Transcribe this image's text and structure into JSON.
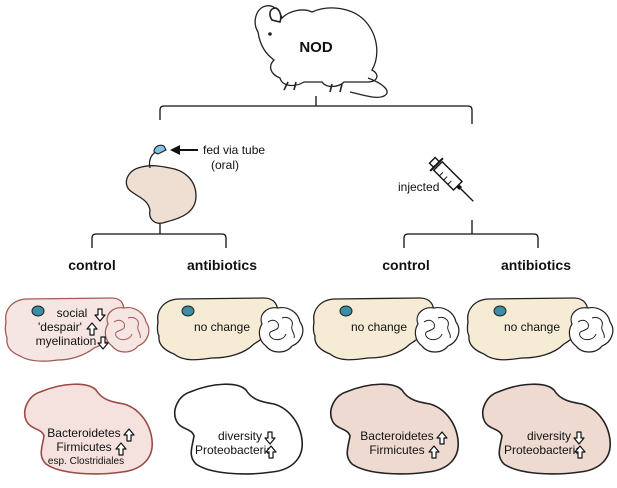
{
  "title": "NOD",
  "routes": {
    "oral": {
      "label_line1": "fed via tube",
      "label_line2": "(oral)"
    },
    "injected": {
      "label": "injected"
    }
  },
  "groups": [
    {
      "id": "oral-control",
      "label": "control",
      "brain": [
        "social",
        "'despair'",
        "myelination"
      ],
      "brain_arrows": [
        "down",
        "up",
        "down"
      ],
      "gut": [
        "Bacteroidetes",
        "Firmicutes",
        "esp. Clostridiales"
      ],
      "gut_arrows": [
        "up",
        "up",
        ""
      ]
    },
    {
      "id": "oral-antibiotics",
      "label": "antibiotics",
      "brain": [
        "no change"
      ],
      "gut": [
        "diversity",
        "Proteobacteria"
      ],
      "gut_arrows": [
        "down",
        "up"
      ]
    },
    {
      "id": "injected-control",
      "label": "control",
      "brain": [
        "no change"
      ],
      "gut": [
        "Bacteroidetes",
        "Firmicutes"
      ],
      "gut_arrows": [
        "up",
        "up"
      ]
    },
    {
      "id": "injected-antibiotics",
      "label": "antibiotics",
      "brain": [
        "no change"
      ],
      "gut": [
        "diversity",
        "Proteobacteria"
      ],
      "gut_arrows": [
        "down",
        "up"
      ]
    }
  ],
  "colors": {
    "brain_changed": "#f5e6e3",
    "brain_changed_stroke": "#a45a56",
    "brain_unchanged": "#f6ecd6",
    "gut_control_oral": "#f5e2de",
    "gut_control_oral_stroke": "#9c4a46",
    "gut_antibiotics_oral": "#ffffff",
    "gut_injected": "#efdad2",
    "mouse_body": "#ffffff",
    "stomach": "#efdfd2",
    "eye": "#3b8ea5"
  }
}
